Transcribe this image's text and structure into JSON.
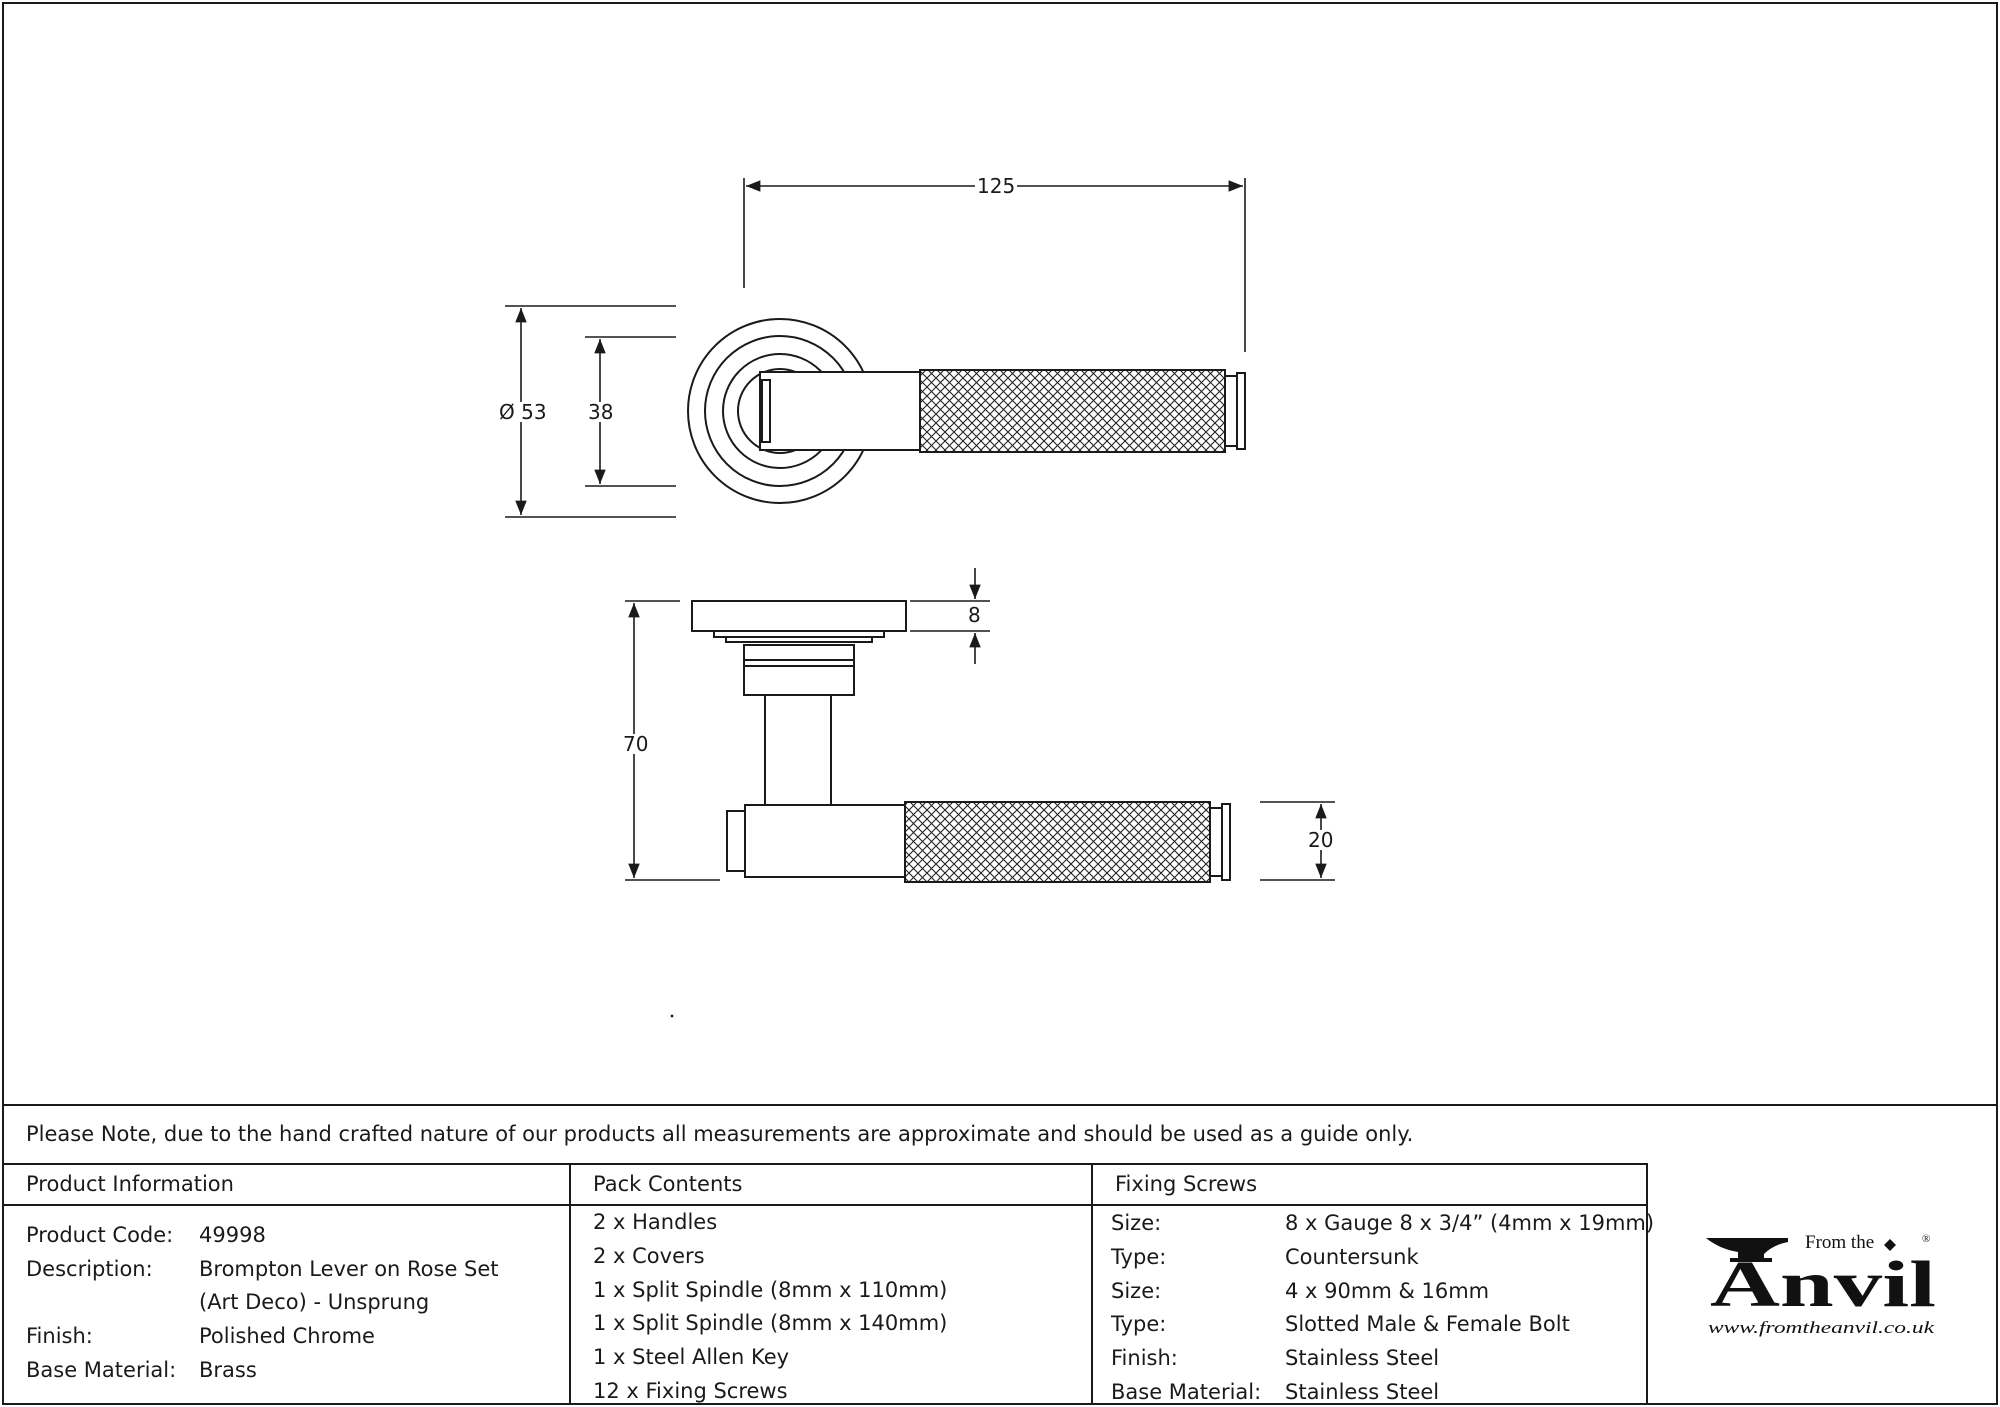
{
  "drawing": {
    "dimensions": {
      "overall_length": "125",
      "rose_diameter": "Ø 53",
      "inner_rose": "38",
      "rose_thickness": "8",
      "projection": "70",
      "lever_diameter": "20"
    }
  },
  "note": "Please Note, due to the hand crafted nature of our products all measurements are approximate and should be used as a guide only.",
  "product_information": {
    "heading": "Product Information",
    "rows": [
      {
        "label": "Product Code:",
        "value": "49998"
      },
      {
        "label": "Description:",
        "value": "Brompton Lever on Rose Set"
      },
      {
        "label": "",
        "value": "(Art Deco) - Unsprung"
      },
      {
        "label": "Finish:",
        "value": "Polished Chrome"
      },
      {
        "label": "Base Material:",
        "value": "Brass"
      }
    ]
  },
  "pack_contents": {
    "heading": "Pack Contents",
    "items": [
      "2 x Handles",
      "2 x Covers",
      "1 x Split Spindle (8mm x 110mm)",
      "1 x Split Spindle (8mm x 140mm)",
      "1 x Steel Allen Key",
      "12 x Fixing Screws"
    ]
  },
  "fixing_screws": {
    "heading": "Fixing Screws",
    "rows": [
      {
        "label": "Size:",
        "value": "8 x Gauge 8 x 3/4” (4mm x 19mm)"
      },
      {
        "label": "Type:",
        "value": "Countersunk"
      },
      {
        "label": "Size:",
        "value": "4 x 90mm & 16mm"
      },
      {
        "label": "Type:",
        "value": "Slotted Male & Female Bolt"
      },
      {
        "label": "Finish:",
        "value": "Stainless Steel"
      },
      {
        "label": "Base Material:",
        "value": "Stainless Steel"
      }
    ]
  },
  "logo": {
    "from_the": "From the",
    "brand": "Anvil",
    "registered": "®",
    "url": "www.fromtheanvil.co.uk"
  }
}
